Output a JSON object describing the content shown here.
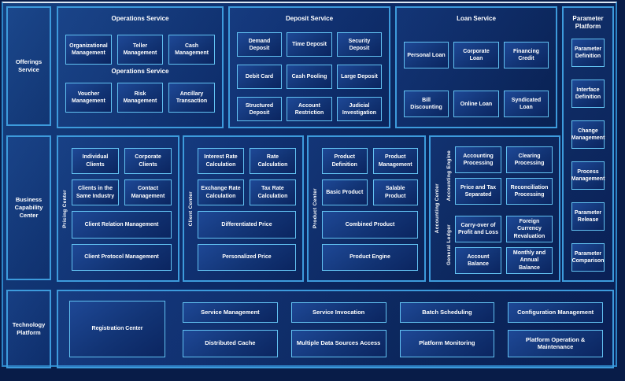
{
  "colors": {
    "background": "#0a2158",
    "frame_border": "#2e86c8",
    "section_border": "#3d9bdc",
    "box_border": "#62c2f2",
    "box_fill": "#123475",
    "text": "#ffffff"
  },
  "left_rail": {
    "offerings": "Offerings Service",
    "business": "Business Capability Center",
    "technology": "Technology Platform"
  },
  "operations": {
    "title": "Operations Service",
    "mid_label": "Operations Service",
    "row1": [
      "Organizational Management",
      "Teller Management",
      "Cash Management"
    ],
    "row2": [
      "Voucher Management",
      "Risk Management",
      "Ancillary Transaction"
    ]
  },
  "deposit": {
    "title": "Deposit Service",
    "rows": [
      [
        "Demand Deposit",
        "Time Deposit",
        "Security Deposit"
      ],
      [
        "Debit Card",
        "Cash Pooling",
        "Large Deposit"
      ],
      [
        "Structured Deposit",
        "Account Restriction",
        "Judicial Investigation"
      ]
    ]
  },
  "loan": {
    "title": "Loan Service",
    "rows": [
      [
        "Personal Loan",
        "Corporate Loan",
        "Financing Credit"
      ],
      [
        "Bill Discounting",
        "Online Loan",
        "Syndicated Loan"
      ]
    ]
  },
  "parameter": {
    "title": "Parameter Platform",
    "items": [
      "Parameter Definition",
      "Interface Definition",
      "Change Management",
      "Process Management",
      "Parameter Release",
      "Parameter Comparison"
    ]
  },
  "pricing": {
    "label": "Pricing Center",
    "grid": [
      "Individual Clients",
      "Corporate Clients",
      "Clients in the Same Industry",
      "Contact Management"
    ],
    "full": [
      "Client Relation Management",
      "Client Protocol Management"
    ]
  },
  "client": {
    "label": "Client Center",
    "grid": [
      "Interest Rate Calculation",
      "Rate Calculation",
      "Exchange Rate Calculation",
      "Tax Rate Calculation"
    ],
    "full": [
      "Differentiated Price",
      "Personalized Price"
    ]
  },
  "product": {
    "label": "Product Center",
    "grid": [
      "Product Definition",
      "Product Management",
      "Basic Product",
      "Salable Product"
    ],
    "full": [
      "Combined Product",
      "Product Engine"
    ]
  },
  "accounting": {
    "label": "Accounting Center",
    "engine": {
      "label": "Accounting Engine",
      "grid": [
        "Accounting Processing",
        "Clearing Processing",
        "Price and Tax Separated",
        "Reconciliation Processing"
      ]
    },
    "ledger": {
      "label": "General Ledger",
      "grid": [
        "Carry-over of Profit and Loss",
        "Foreign Currency Revaluation",
        "Account Balance",
        "Monthly and Annual Balance"
      ]
    }
  },
  "platform": {
    "registration": "Registration Center",
    "row1": [
      "Service Management",
      "Service Invocation",
      "Batch Scheduling",
      "Configuration Management"
    ],
    "row2": [
      "Distributed Cache",
      "Multiple Data Sources Access",
      "Platform Monitoring",
      "Platform Operation & Maintenance"
    ]
  }
}
